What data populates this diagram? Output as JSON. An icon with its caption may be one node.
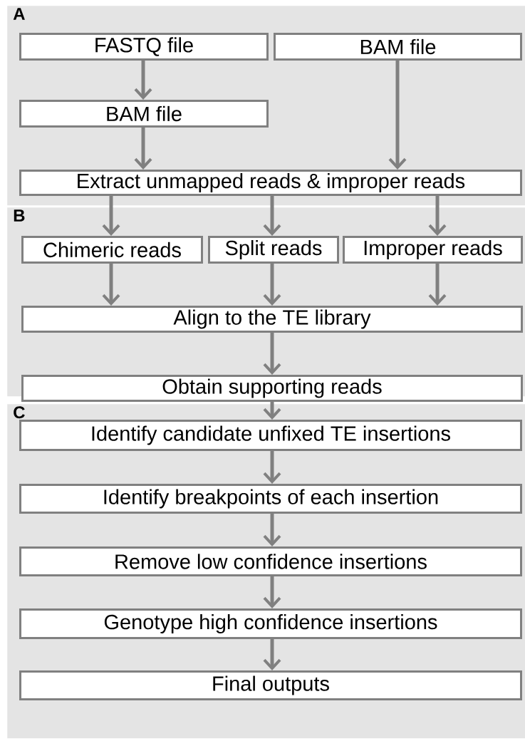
{
  "diagram": {
    "nodes": [
      {
        "text": [
          "A"
        ]
      },
      {
        "text": [
          "FASTQ file"
        ],
        "in": 0
      },
      {
        "text": [
          "BAM file"
        ],
        "in": 0
      },
      {
        "text": [
          "BAM file"
        ],
        "in": 0
      },
      {
        "text": [
          "Extract unmapped reads & improper reads"
        ],
        "in": 0
      },
      {
        "text": [
          "B"
        ]
      },
      {
        "text": [
          "Chimeric reads"
        ],
        "in": 5
      },
      {
        "text": [
          "Split reads"
        ],
        "in": 5
      },
      {
        "text": [
          "Improper reads"
        ],
        "in": 5
      },
      {
        "text": [
          "Align to the TE library"
        ],
        "in": 5
      },
      {
        "text": [
          "Obtain supporting reads"
        ],
        "in": 5
      },
      {
        "text": [
          "C"
        ]
      },
      {
        "text": [
          "Identify candidate unfixed TE insertions"
        ],
        "in": 11
      },
      {
        "text": [
          "Identify breakpoints of each insertion"
        ],
        "in": 11
      },
      {
        "text": [
          "Remove low confidence insertions"
        ],
        "in": 11
      },
      {
        "text": [
          "Genotype high confidence insertions"
        ],
        "in": 11
      },
      {
        "text": [
          "Final outputs"
        ],
        "in": 11
      }
    ],
    "edges": [
      {
        "from": 1,
        "to": 3,
        "arrow": "to"
      },
      {
        "from": 3,
        "to": 4,
        "arrow": "to"
      },
      {
        "from": 2,
        "to": 4,
        "arrow": "to"
      },
      {
        "from": 4,
        "to": 6,
        "arrow": "to"
      },
      {
        "from": 4,
        "to": 7,
        "arrow": "to"
      },
      {
        "from": 4,
        "to": 8,
        "arrow": "to"
      },
      {
        "from": 6,
        "to": 9,
        "arrow": "to"
      },
      {
        "from": 7,
        "to": 9,
        "arrow": "to"
      },
      {
        "from": 8,
        "to": 9,
        "arrow": "to"
      },
      {
        "from": 9,
        "to": 10,
        "arrow": "to"
      },
      {
        "from": 10,
        "to": 12,
        "arrow": "to"
      },
      {
        "from": 12,
        "to": 13,
        "arrow": "to"
      },
      {
        "from": 13,
        "to": 14,
        "arrow": "to"
      },
      {
        "from": 14,
        "to": 15,
        "arrow": "to"
      },
      {
        "from": 15,
        "to": 16,
        "arrow": "to"
      }
    ]
  }
}
